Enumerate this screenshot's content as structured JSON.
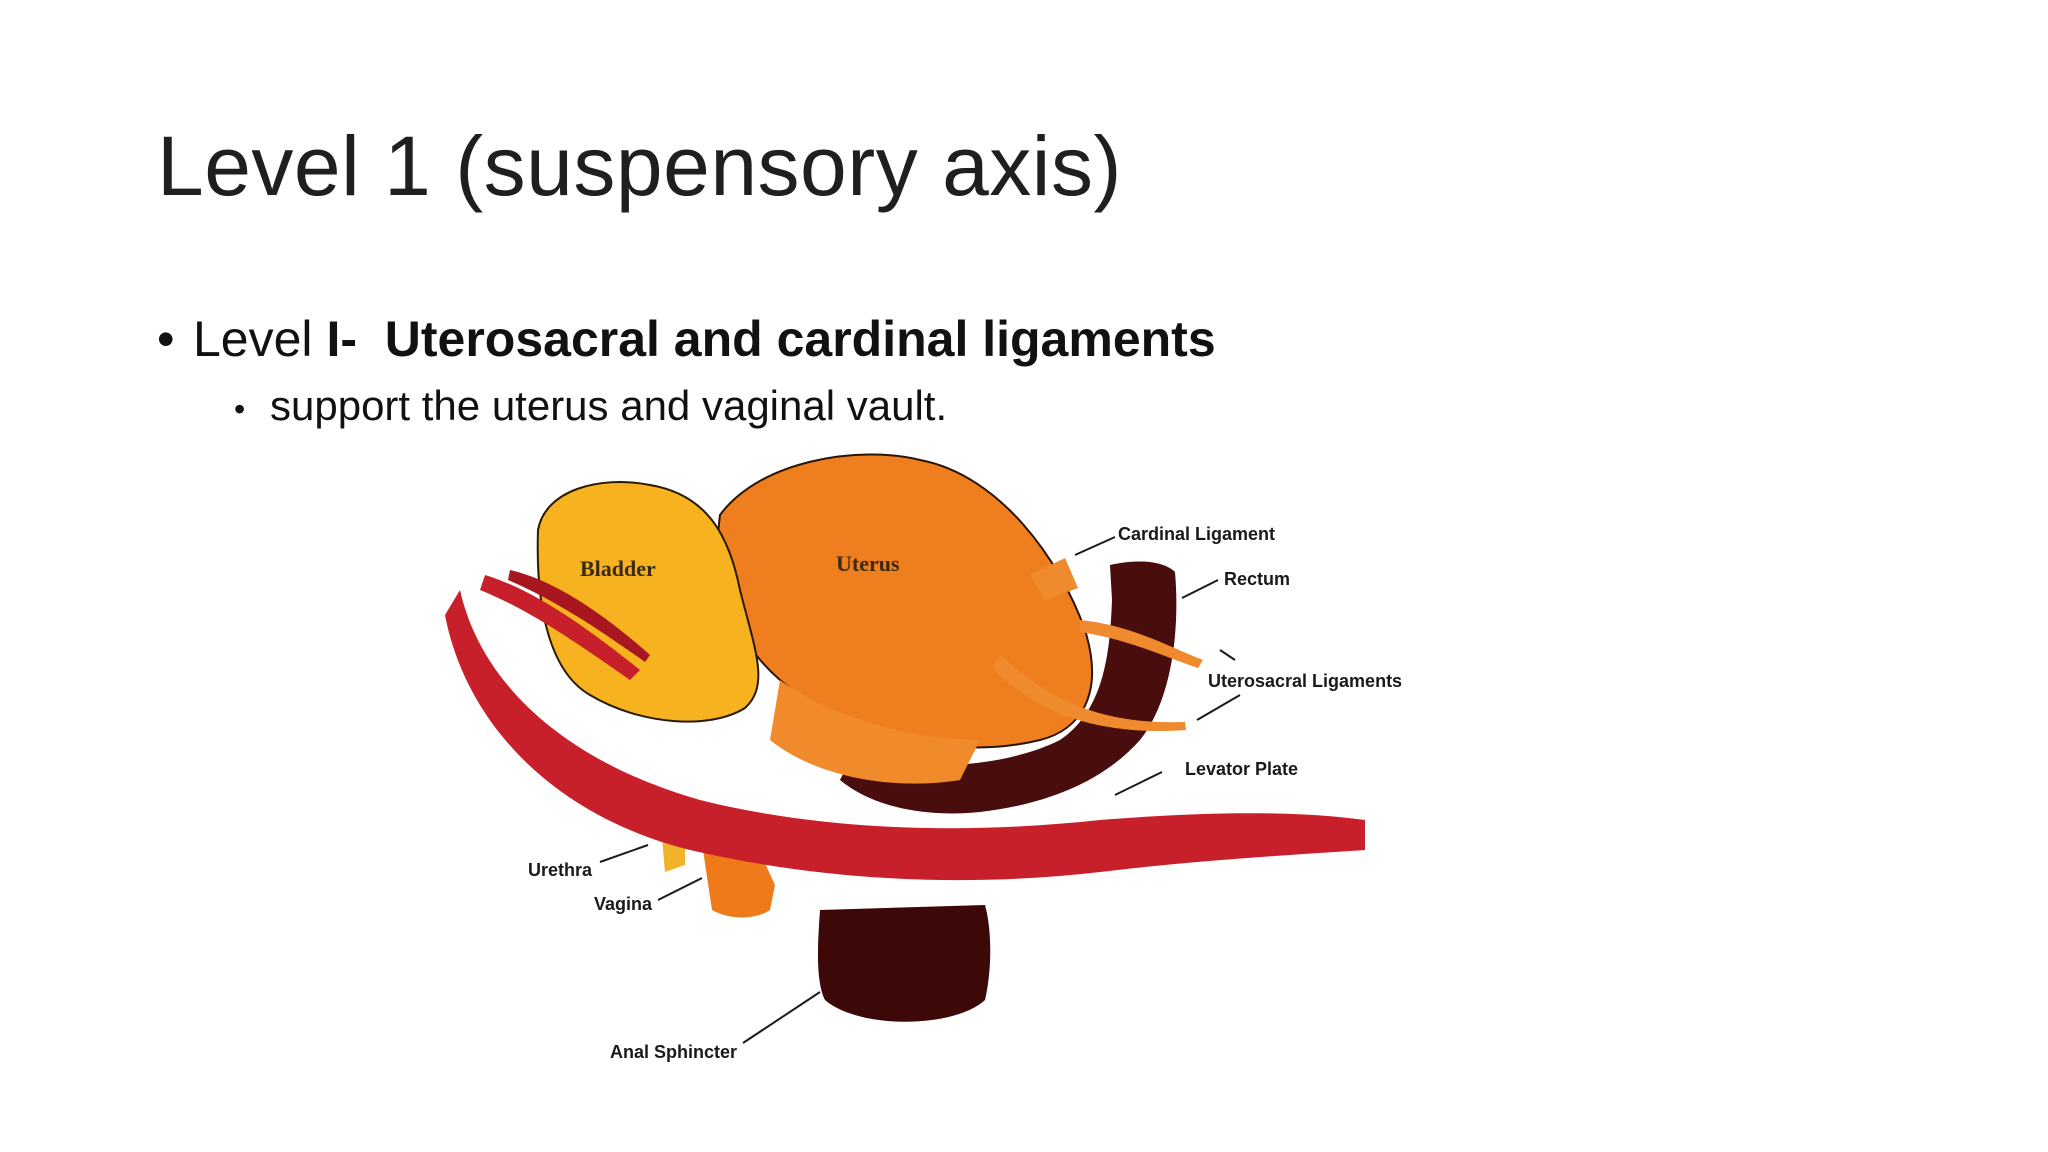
{
  "slide": {
    "title": "Level 1 (suspensory axis)",
    "bullets": {
      "level_prefix": "Level ",
      "level_bold": "I-  Uterosacral and cardinal ligaments",
      "sub": "support the uterus and vaginal vault."
    }
  },
  "figure": {
    "labels": {
      "bladder": "Bladder",
      "uterus": "Uterus",
      "cardinal_ligament": "Cardinal Ligament",
      "rectum": "Rectum",
      "uterosacral_ligaments": "Uterosacral Ligaments",
      "levator_plate": "Levator Plate",
      "urethra": "Urethra",
      "vagina": "Vagina",
      "anal_sphincter": "Anal Sphincter"
    },
    "colors": {
      "bladder": "#f6b21f",
      "uterus": "#ef7f1e",
      "muscle": "#c8202a",
      "rectum": "#4a0d0d",
      "ligament": "#f08a2e"
    }
  }
}
